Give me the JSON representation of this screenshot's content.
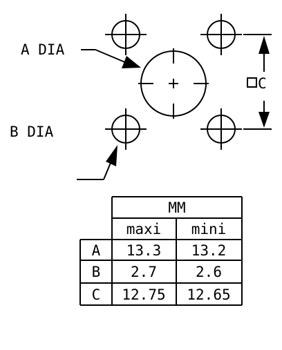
{
  "drawing": {
    "label_a": "A DIA",
    "label_b": "B DIA",
    "label_c": "C",
    "square_symbol": "square-symbol"
  },
  "table": {
    "unit_header": "MM",
    "col_max": "maxi",
    "col_min": "mini",
    "rows": [
      {
        "label": "A",
        "max": "13.3",
        "min": "13.2"
      },
      {
        "label": "B",
        "max": "2.7",
        "min": "2.6"
      },
      {
        "label": "C",
        "max": "12.75",
        "min": "12.65"
      }
    ]
  }
}
